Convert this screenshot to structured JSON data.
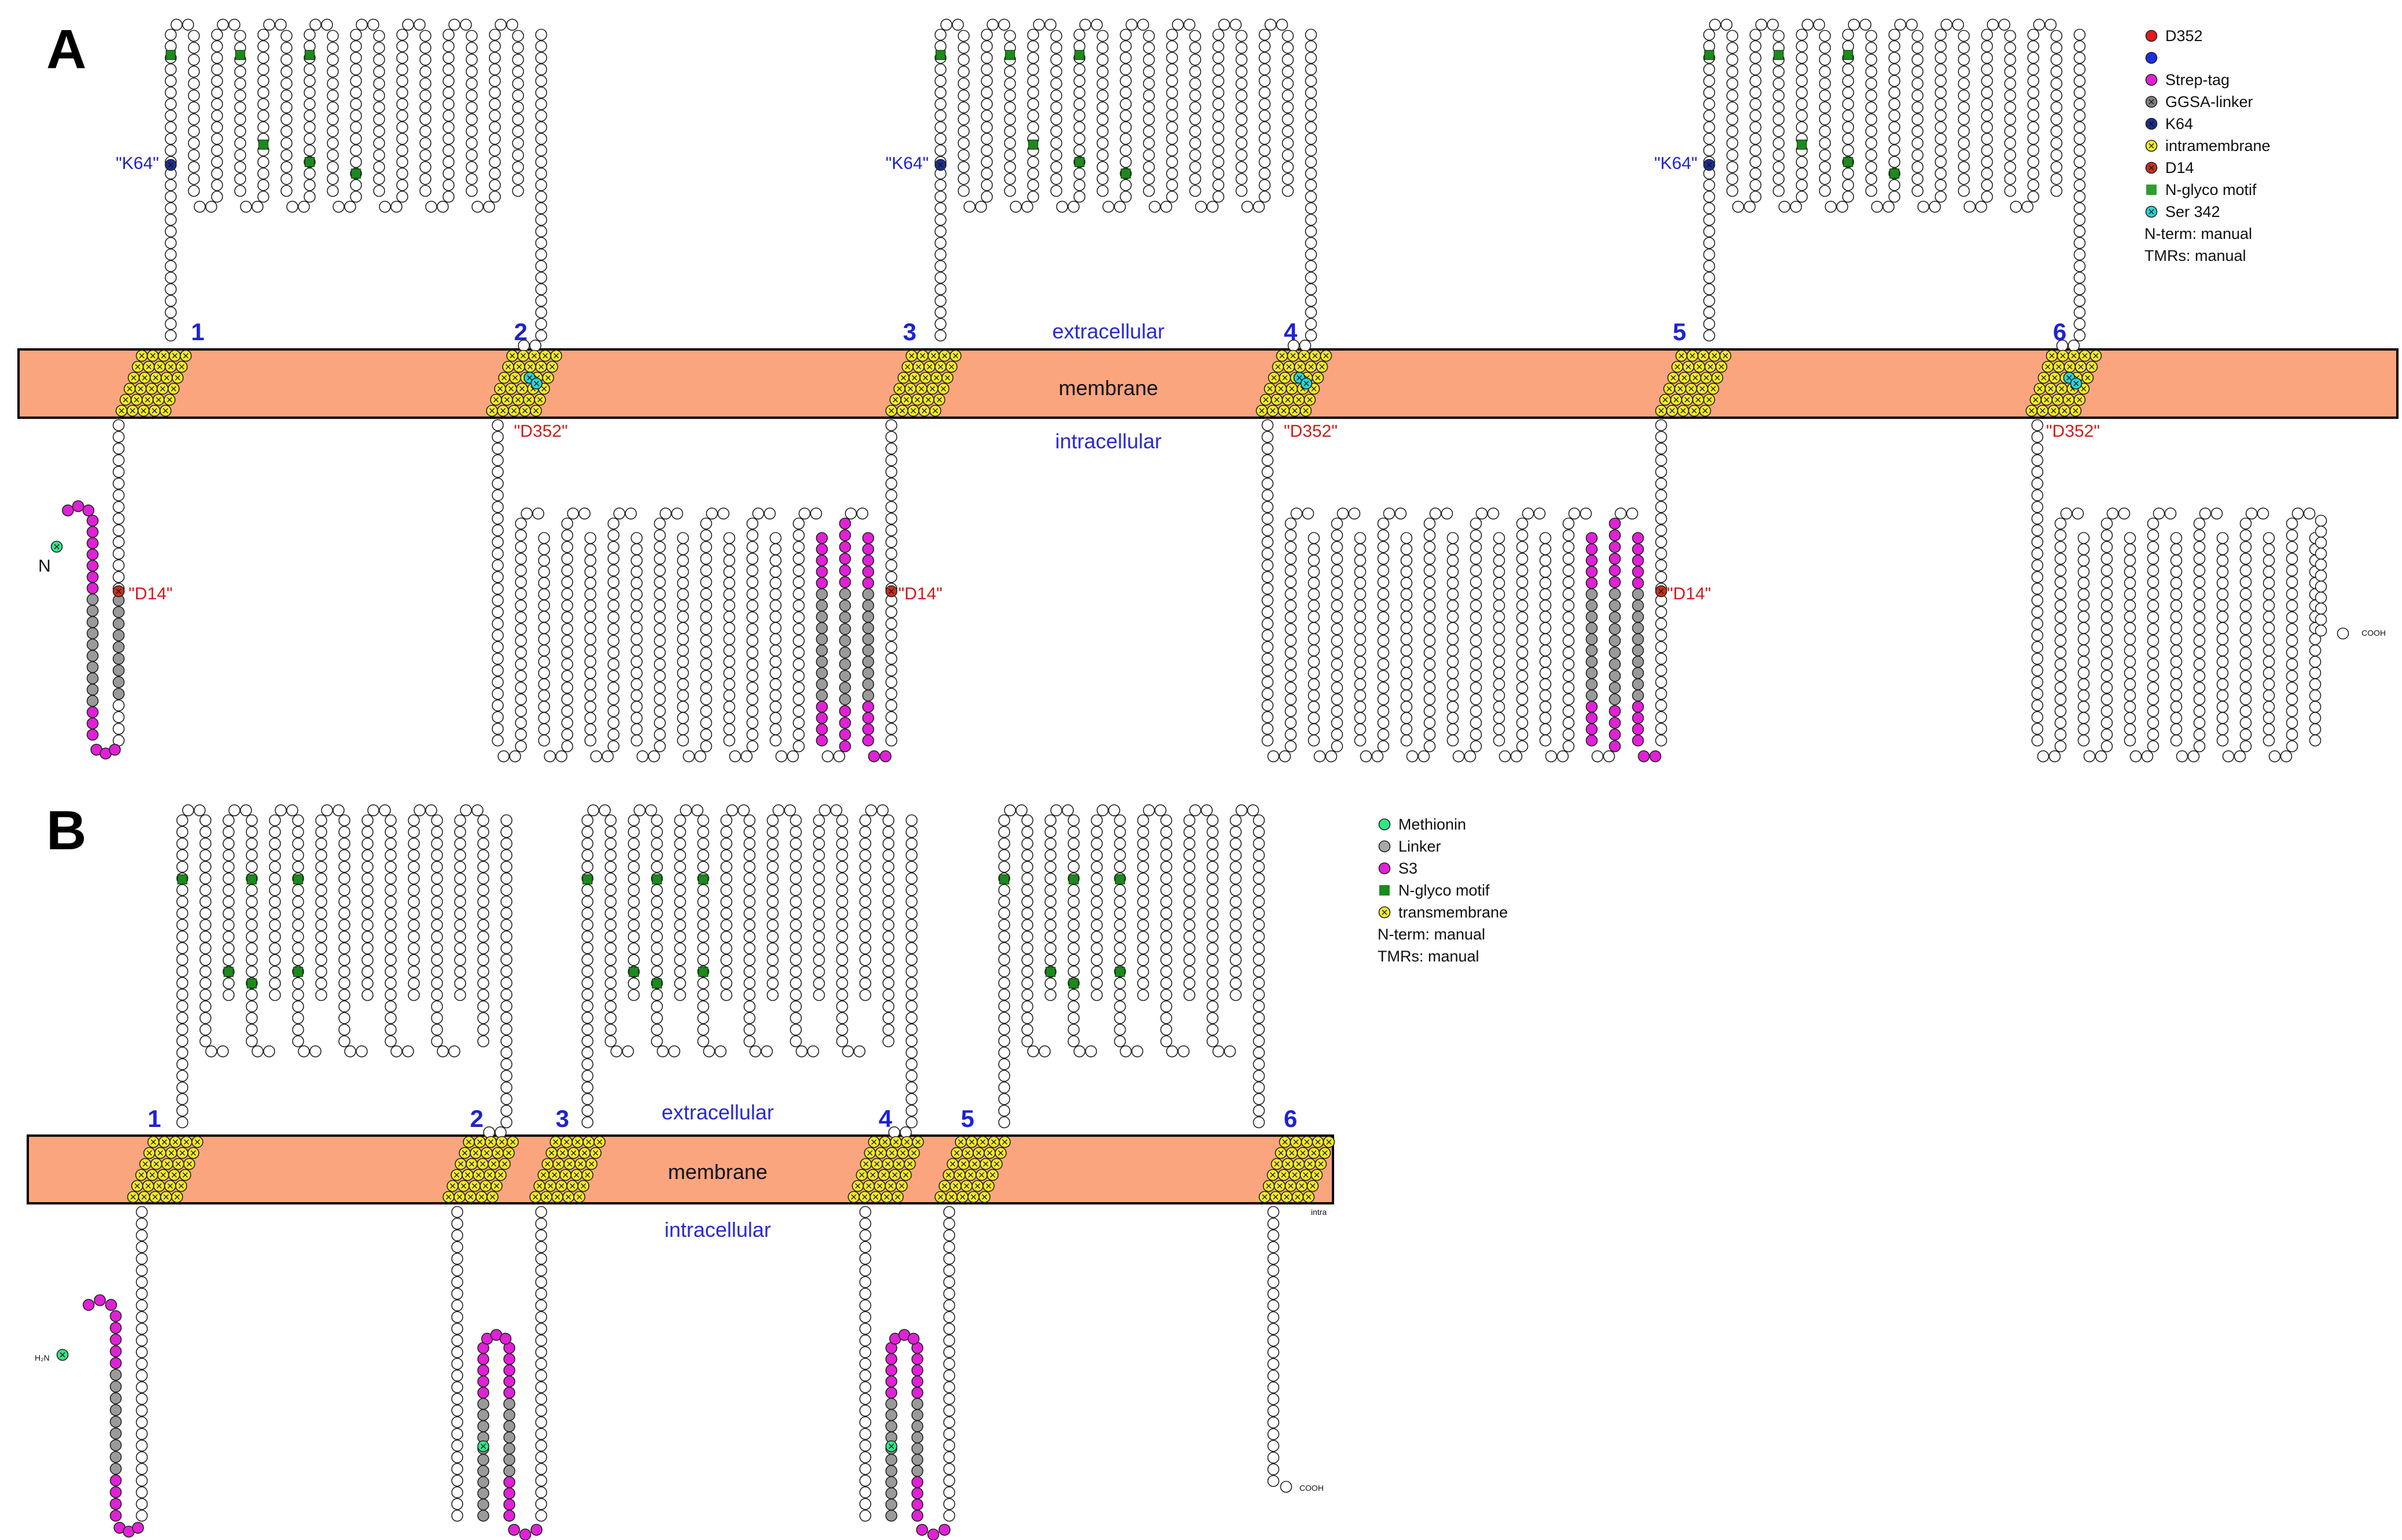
{
  "panels": [
    {
      "letter": "A",
      "region_labels": {
        "extracellular": "extracellular",
        "membrane": "membrane",
        "intracellular": "intracellular"
      },
      "tmr_numbers": [
        "1",
        "2",
        "3",
        "4",
        "5",
        "6"
      ],
      "residue_labels": {
        "k64": "\"K64\"",
        "d352": "\"D352\"",
        "d14": "\"D14\""
      },
      "n_terminus": "N",
      "c_terminus": "COOH",
      "legend": [
        {
          "label": "D352",
          "color": "#e01b1b",
          "marker": "circle"
        },
        {
          "label": "",
          "color": "#1b2ee0",
          "marker": "circle"
        },
        {
          "label": "Strep-tag",
          "color": "#e021d6",
          "marker": "circle"
        },
        {
          "label": "GGSA-linker",
          "color": "#808080",
          "marker": "circle-x"
        },
        {
          "label": "K64",
          "color": "#1b2f8e",
          "marker": "circle-x"
        },
        {
          "label": "intramembrane",
          "color": "#f2ea26",
          "marker": "circle-x"
        },
        {
          "label": "D14",
          "color": "#c9301b",
          "marker": "circle-x"
        },
        {
          "label": "N-glyco motif",
          "color": "#2e9d2e",
          "marker": "square"
        },
        {
          "label": "Ser 342",
          "color": "#27d4d4",
          "marker": "circle-x"
        },
        {
          "label": "N-term: manual",
          "color": "",
          "marker": "none"
        },
        {
          "label": "TMRs: manual",
          "color": "",
          "marker": "none"
        }
      ]
    },
    {
      "letter": "B",
      "region_labels": {
        "extracellular": "extracellular",
        "membrane": "membrane",
        "intracellular": "intracellular"
      },
      "tmr_numbers": [
        "1",
        "2",
        "3",
        "4",
        "5",
        "6"
      ],
      "n_terminus": "H₂N",
      "c_terminus": "COOH",
      "intra_tag": "intra",
      "legend": [
        {
          "label": "Methionin",
          "color": "#2ee887",
          "marker": "circle"
        },
        {
          "label": "Linker",
          "color": "#a8a8a8",
          "marker": "circle"
        },
        {
          "label": "S3",
          "color": "#e021d6",
          "marker": "circle"
        },
        {
          "label": "N-glyco motif",
          "color": "#1d8a1d",
          "marker": "square"
        },
        {
          "label": "transmembrane",
          "color": "#f2ea26",
          "marker": "circle-x"
        },
        {
          "label": "N-term: manual",
          "color": "",
          "marker": "none"
        },
        {
          "label": "TMRs: manual",
          "color": "",
          "marker": "none"
        }
      ]
    }
  ],
  "colors": {
    "membrane_fill": "#fba57e",
    "residue_fill": "#ffffff",
    "tm_fill": "#f2ea26",
    "strep_fill": "#e021d6",
    "linker_fill": "#9a9a9a",
    "glyco_fill": "#1d8a1d",
    "methionine_fill": "#2ee887",
    "d14_fill": "#c9301b",
    "k64_fill": "#1b2f8e",
    "ser342_fill": "#27d4d4"
  }
}
